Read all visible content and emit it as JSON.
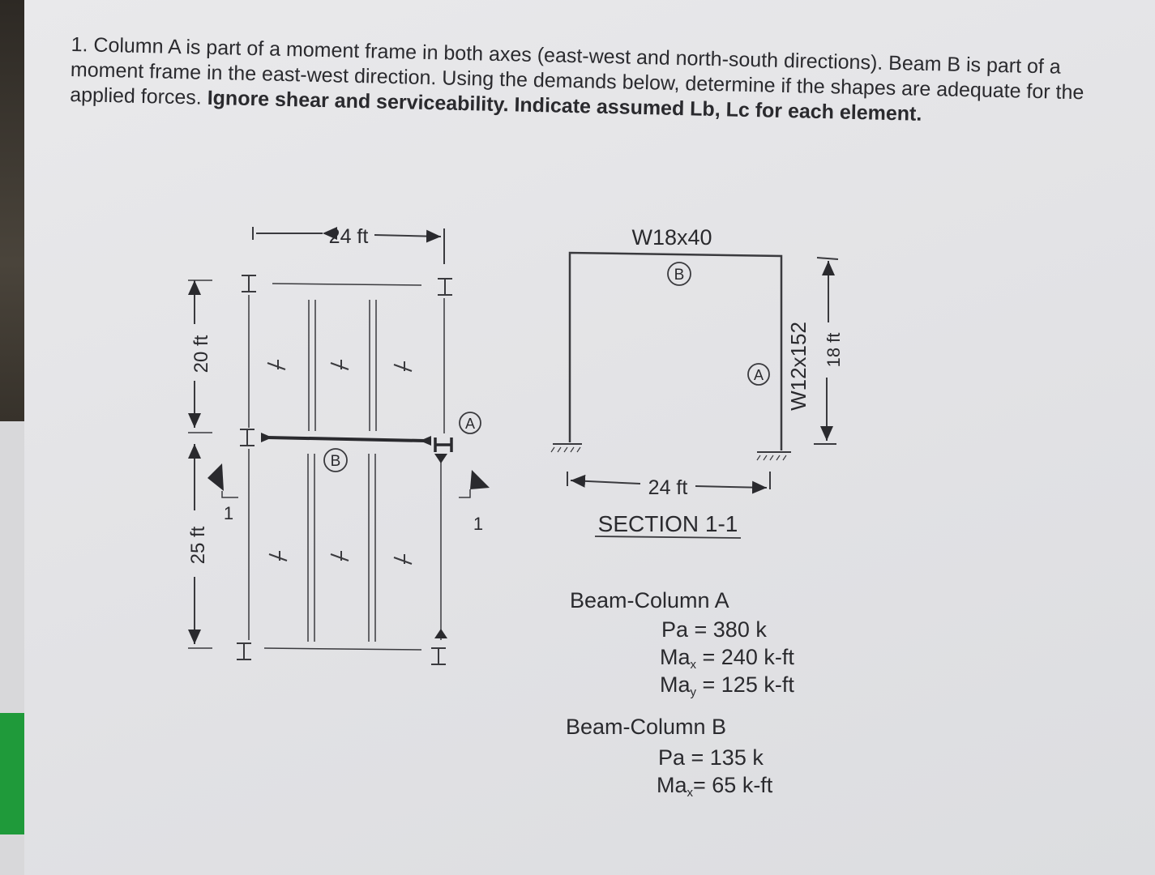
{
  "problem": {
    "text": "1. Column A is part of a moment frame in both axes (east-west and north-south directions). Beam B is part of a moment frame in the east-west direction. Using the demands below, determine if the shapes are adequate for the applied forces.",
    "bold": "Ignore shear and serviceability. Indicate assumed Lb, Lc for each element."
  },
  "plan": {
    "top_dim": "24 ft",
    "left_dim_upper": "20 ft",
    "left_dim_lower": "25 ft",
    "section_mark": "1",
    "col_label": "A",
    "beam_label": "B"
  },
  "section": {
    "beam_shape": "W18x40",
    "beam_label": "B",
    "col_shape": "W12x152",
    "col_label": "A",
    "height_dim": "18 ft",
    "span_dim": "24 ft",
    "title": "SECTION 1-1"
  },
  "loads": {
    "a_title": "Beam-Column A",
    "a_pa": "Pa = 380 k",
    "a_max_pre": "Ma",
    "a_max_sub": "x",
    "a_max_post": " = 240 k-ft",
    "a_may_pre": "Ma",
    "a_may_sub": "y",
    "a_may_post": " = 125 k-ft",
    "b_title": "Beam-Column B",
    "b_pa": "Pa = 135 k",
    "b_max_pre": "Ma",
    "b_max_sub": "x",
    "b_max_post": "= 65 k-ft"
  }
}
